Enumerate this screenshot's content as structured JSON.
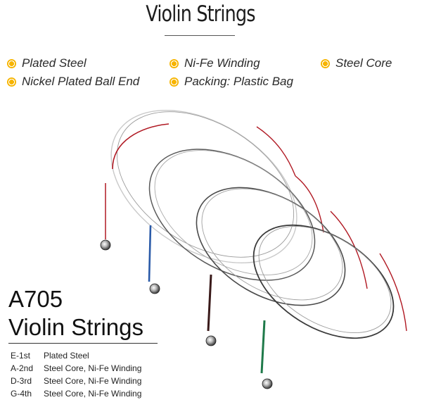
{
  "header": {
    "title": "Violin Strings"
  },
  "features": [
    {
      "label": "Plated Steel"
    },
    {
      "label": "Ni-Fe Winding"
    },
    {
      "label": "Steel Core"
    },
    {
      "label": "Nickel Plated Ball End"
    },
    {
      "label": "Packing: Plastic Bag"
    }
  ],
  "product": {
    "model": "A705",
    "name": "Violin Strings"
  },
  "specs": [
    {
      "code": "E-1st",
      "desc": "Plated Steel"
    },
    {
      "code": "A-2nd",
      "desc": "Steel Core, Ni-Fe Winding"
    },
    {
      "code": "D-3rd",
      "desc": "Steel Core, Ni-Fe Winding"
    },
    {
      "code": "G-4th",
      "desc": "Steel Core, Ni-Fe Winding"
    }
  ],
  "colors": {
    "accent": "#f7b500",
    "string_silk_red": "#b01822",
    "e_string_wire": "#c8c8c8",
    "a_string_silk": "#2a5aa8",
    "d_string_silk": "#3a1a1a",
    "g_string_silk": "#1f7a4a"
  }
}
